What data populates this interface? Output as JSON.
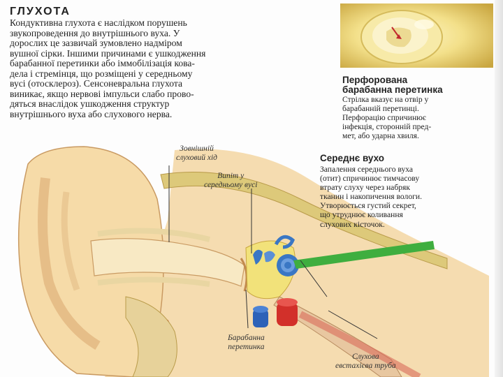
{
  "title": "ГЛУХОТА",
  "intro_lines": [
    "Кондуктивна глухота є наслідком порушень",
    "звукопроведення до внутрішнього вуха. У",
    "дорослих це зазвичай зумовлено надміром",
    "вушної сірки. Іншими причинами є ушкодження",
    "барабанної перетинки або іммобілізація кова-",
    "дела і стремінця, що розміщені у середньому",
    "вусі (отосклероз). Сенсоневральна глухота",
    "виникає, якщо нервові імпульси слабо прово-",
    "дяться внаслідок ушкодження структур",
    "внутрішнього вуха або слухового нерва."
  ],
  "perforation": {
    "title_lines": [
      "Перфорована",
      "барабанна перетинка"
    ],
    "text_lines": [
      "Стрілка вказує на отвір у",
      "барабанній перетинці.",
      "Перфорацію спричинює",
      "інфекція, сторонній пред-",
      "мет, або ударна хвиля."
    ]
  },
  "middle_ear": {
    "title": "Середнє вухо",
    "text_lines": [
      "Запалення середнього вуха",
      "(отит) спричинює тимчасову",
      "втрату слуху через набряк",
      "тканин і накопичення вологи.",
      "Утворюється густий секрет,",
      "що утруднює коливання",
      "слухових кісточок."
    ]
  },
  "labels": {
    "outer_canal": [
      "Зовнішній",
      "слуховий хід"
    ],
    "effusion": [
      "Випіт у",
      "середньому вусі"
    ],
    "eardrum": [
      "Барабанна",
      "перетинка"
    ],
    "eustachian": [
      "Слухова",
      "евстахієва труба"
    ]
  },
  "colors": {
    "skin": "#f6dba8",
    "skin_shadow": "#e7b883",
    "cartilage": "#e9d6a2",
    "bone": "#ddc97a",
    "canal": "#f8e9c4",
    "blood_red": "#d2302a",
    "blood_blue": "#2d62b8",
    "nerve_green": "#3fae3f",
    "cochlea_blue": "#3a77c4",
    "photo_bg": "#f2e38a"
  },
  "icons": [
    "perforation-arrow-icon"
  ]
}
